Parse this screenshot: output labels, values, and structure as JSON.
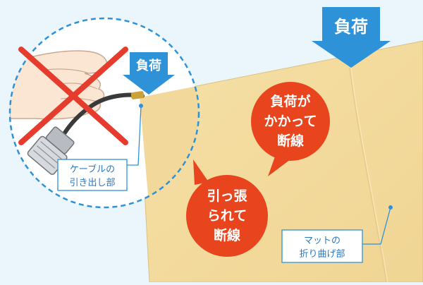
{
  "load_label_main": "負荷",
  "load_label_inset": "負荷",
  "callout_load": [
    "負荷が",
    "かかって",
    "断線"
  ],
  "callout_pull": [
    "引っ張",
    "られて",
    "断線"
  ],
  "label_cable": [
    "ケーブルの",
    "引き出し部"
  ],
  "label_fold": [
    "マットの",
    "折り曲げ部"
  ],
  "colors": {
    "background": "#eaf5fc",
    "mat": "#f2d89a",
    "mat_edge": "#dcc080",
    "arrow": "#2e92d8",
    "callout": "#e8451e",
    "cross": "#e53c2d",
    "leader": "#2e92d8",
    "circle_border": "#2e92d8"
  }
}
